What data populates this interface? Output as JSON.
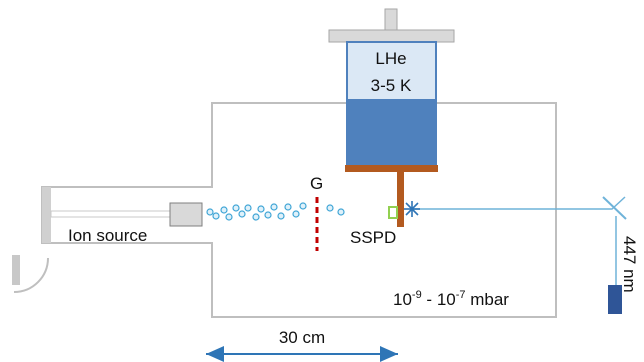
{
  "cryostat": {
    "line1": "LHe",
    "line2": "3-5 K"
  },
  "labels": {
    "grid": "G",
    "ion_source": "Ion source",
    "detector": "SSPD",
    "wavelength": "447 nm",
    "pressure_low_base": "10",
    "pressure_low_exp": "-9",
    "pressure_sep": " - ",
    "pressure_high_base": "10",
    "pressure_high_exp": "-7",
    "pressure_unit": " mbar",
    "scale": "30 cm"
  },
  "colors": {
    "chamber_outline": "#bfbfbf",
    "lhe_light": "#dbe8f5",
    "lhe_dark": "#4f81bd",
    "copper": "#b35a1f",
    "grid_red": "#c00000",
    "laser_blue": "#6fb3d9",
    "laser_box": "#2f5597",
    "scale_arrow": "#2e75b6",
    "ion_fill": "#dff1fa",
    "ion_stroke": "#41a6d6",
    "sspd_green": "#92d050"
  }
}
